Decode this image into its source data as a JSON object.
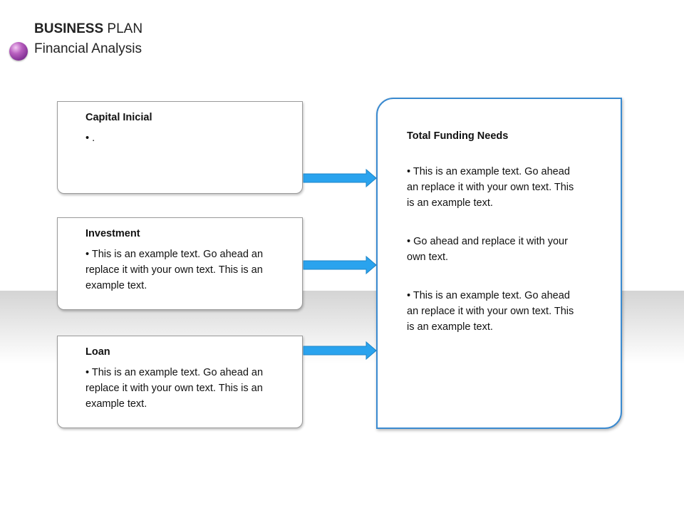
{
  "header": {
    "title_bold": "BUSINESS",
    "title_rest": " PLAN",
    "subtitle": "Financial Analysis"
  },
  "boxes": [
    {
      "title": "Capital Inicial",
      "text": "• ."
    },
    {
      "title": "Investment",
      "text": "• This is an example text. Go ahead an replace it with your own text. This is an example text."
    },
    {
      "title": "Loan",
      "text": "• This is an example text. Go ahead an replace it with your own text. This is an example text."
    }
  ],
  "main": {
    "title": "Total Funding Needs",
    "items": [
      "• This is an example text. Go ahead an replace it with your own text. This is an example text.",
      "• Go ahead and replace it with your own text.",
      "• This is an example text. Go ahead an replace it with your own text. This is an example text."
    ]
  },
  "colors": {
    "arrow": "#2aa3ee",
    "main_border": "#3a8ad0",
    "bullet_ball": "#8a3a9e"
  }
}
